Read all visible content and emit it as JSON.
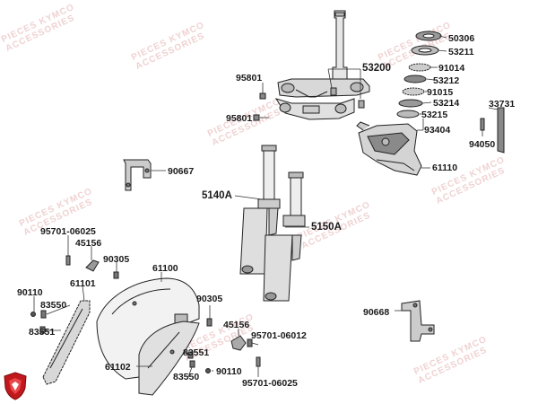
{
  "watermark": {
    "line1": "PIECES KYMCO",
    "line2": "ACCESSORIES"
  },
  "parts": [
    {
      "id": "p50306",
      "label": "50306"
    },
    {
      "id": "p53211",
      "label": "53211"
    },
    {
      "id": "p53200",
      "label": "53200"
    },
    {
      "id": "p91014",
      "label": "91014"
    },
    {
      "id": "p53212",
      "label": "53212"
    },
    {
      "id": "p91015",
      "label": "91015"
    },
    {
      "id": "p53214",
      "label": "53214"
    },
    {
      "id": "p53215",
      "label": "53215"
    },
    {
      "id": "p95801a",
      "label": "95801"
    },
    {
      "id": "p95801b",
      "label": "95801"
    },
    {
      "id": "p33731",
      "label": "33731"
    },
    {
      "id": "p93404",
      "label": "93404"
    },
    {
      "id": "p94050",
      "label": "94050"
    },
    {
      "id": "p61110",
      "label": "61110"
    },
    {
      "id": "p90667",
      "label": "90667"
    },
    {
      "id": "p5140A",
      "label": "5140A"
    },
    {
      "id": "p5150A",
      "label": "5150A"
    },
    {
      "id": "p95701a",
      "label": "95701-06025"
    },
    {
      "id": "p45156a",
      "label": "45156"
    },
    {
      "id": "p90305a",
      "label": "90305"
    },
    {
      "id": "p61100",
      "label": "61100"
    },
    {
      "id": "p61101",
      "label": "61101"
    },
    {
      "id": "p90110a",
      "label": "90110"
    },
    {
      "id": "p83550a",
      "label": "83550"
    },
    {
      "id": "p83551a",
      "label": "83551"
    },
    {
      "id": "p90305b",
      "label": "90305"
    },
    {
      "id": "p90668",
      "label": "90668"
    },
    {
      "id": "p45156b",
      "label": "45156"
    },
    {
      "id": "p95701b",
      "label": "95701-06012"
    },
    {
      "id": "p83551b",
      "label": "83551"
    },
    {
      "id": "p61102",
      "label": "61102"
    },
    {
      "id": "p90110b",
      "label": "90110"
    },
    {
      "id": "p83550b",
      "label": "83550"
    },
    {
      "id": "p95701c",
      "label": "95701-06025"
    }
  ]
}
